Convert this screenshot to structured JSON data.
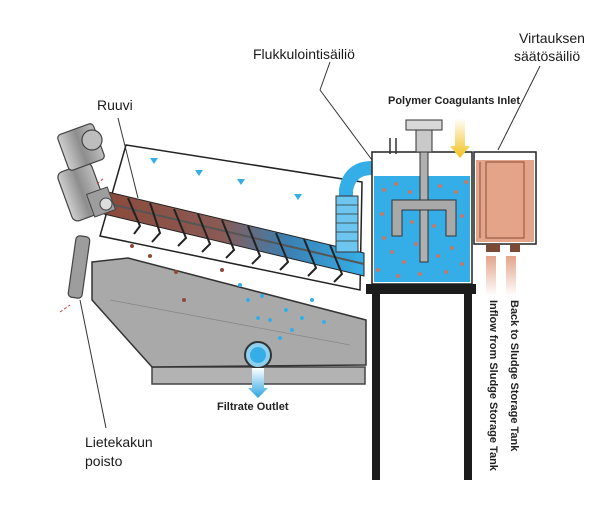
{
  "labels": {
    "flocculation_tank": "Flukkulointisäiliö",
    "flow_regulating_tank_line1": "Virtauksen",
    "flow_regulating_tank_line2": "säätösäiliö",
    "screw": "Ruuvi",
    "polymer_inlet": "Polymer Coagulants Inlet",
    "filtrate_outlet": "Filtrate Outlet",
    "cake_discharge_line1": "Lietekakun",
    "cake_discharge_line2": "poisto",
    "back_to_storage": "Back to Sludge Storage Tank",
    "inflow_from_storage": "Inflow from Sludge Storage Tank"
  },
  "colors": {
    "water_blue": "#35aee8",
    "sludge_brown": "#8c4a3a",
    "tank_salmon": "#e3a48a",
    "machine_gray": "#a9a9a9",
    "arrow_yellow": "#f2c21b"
  }
}
